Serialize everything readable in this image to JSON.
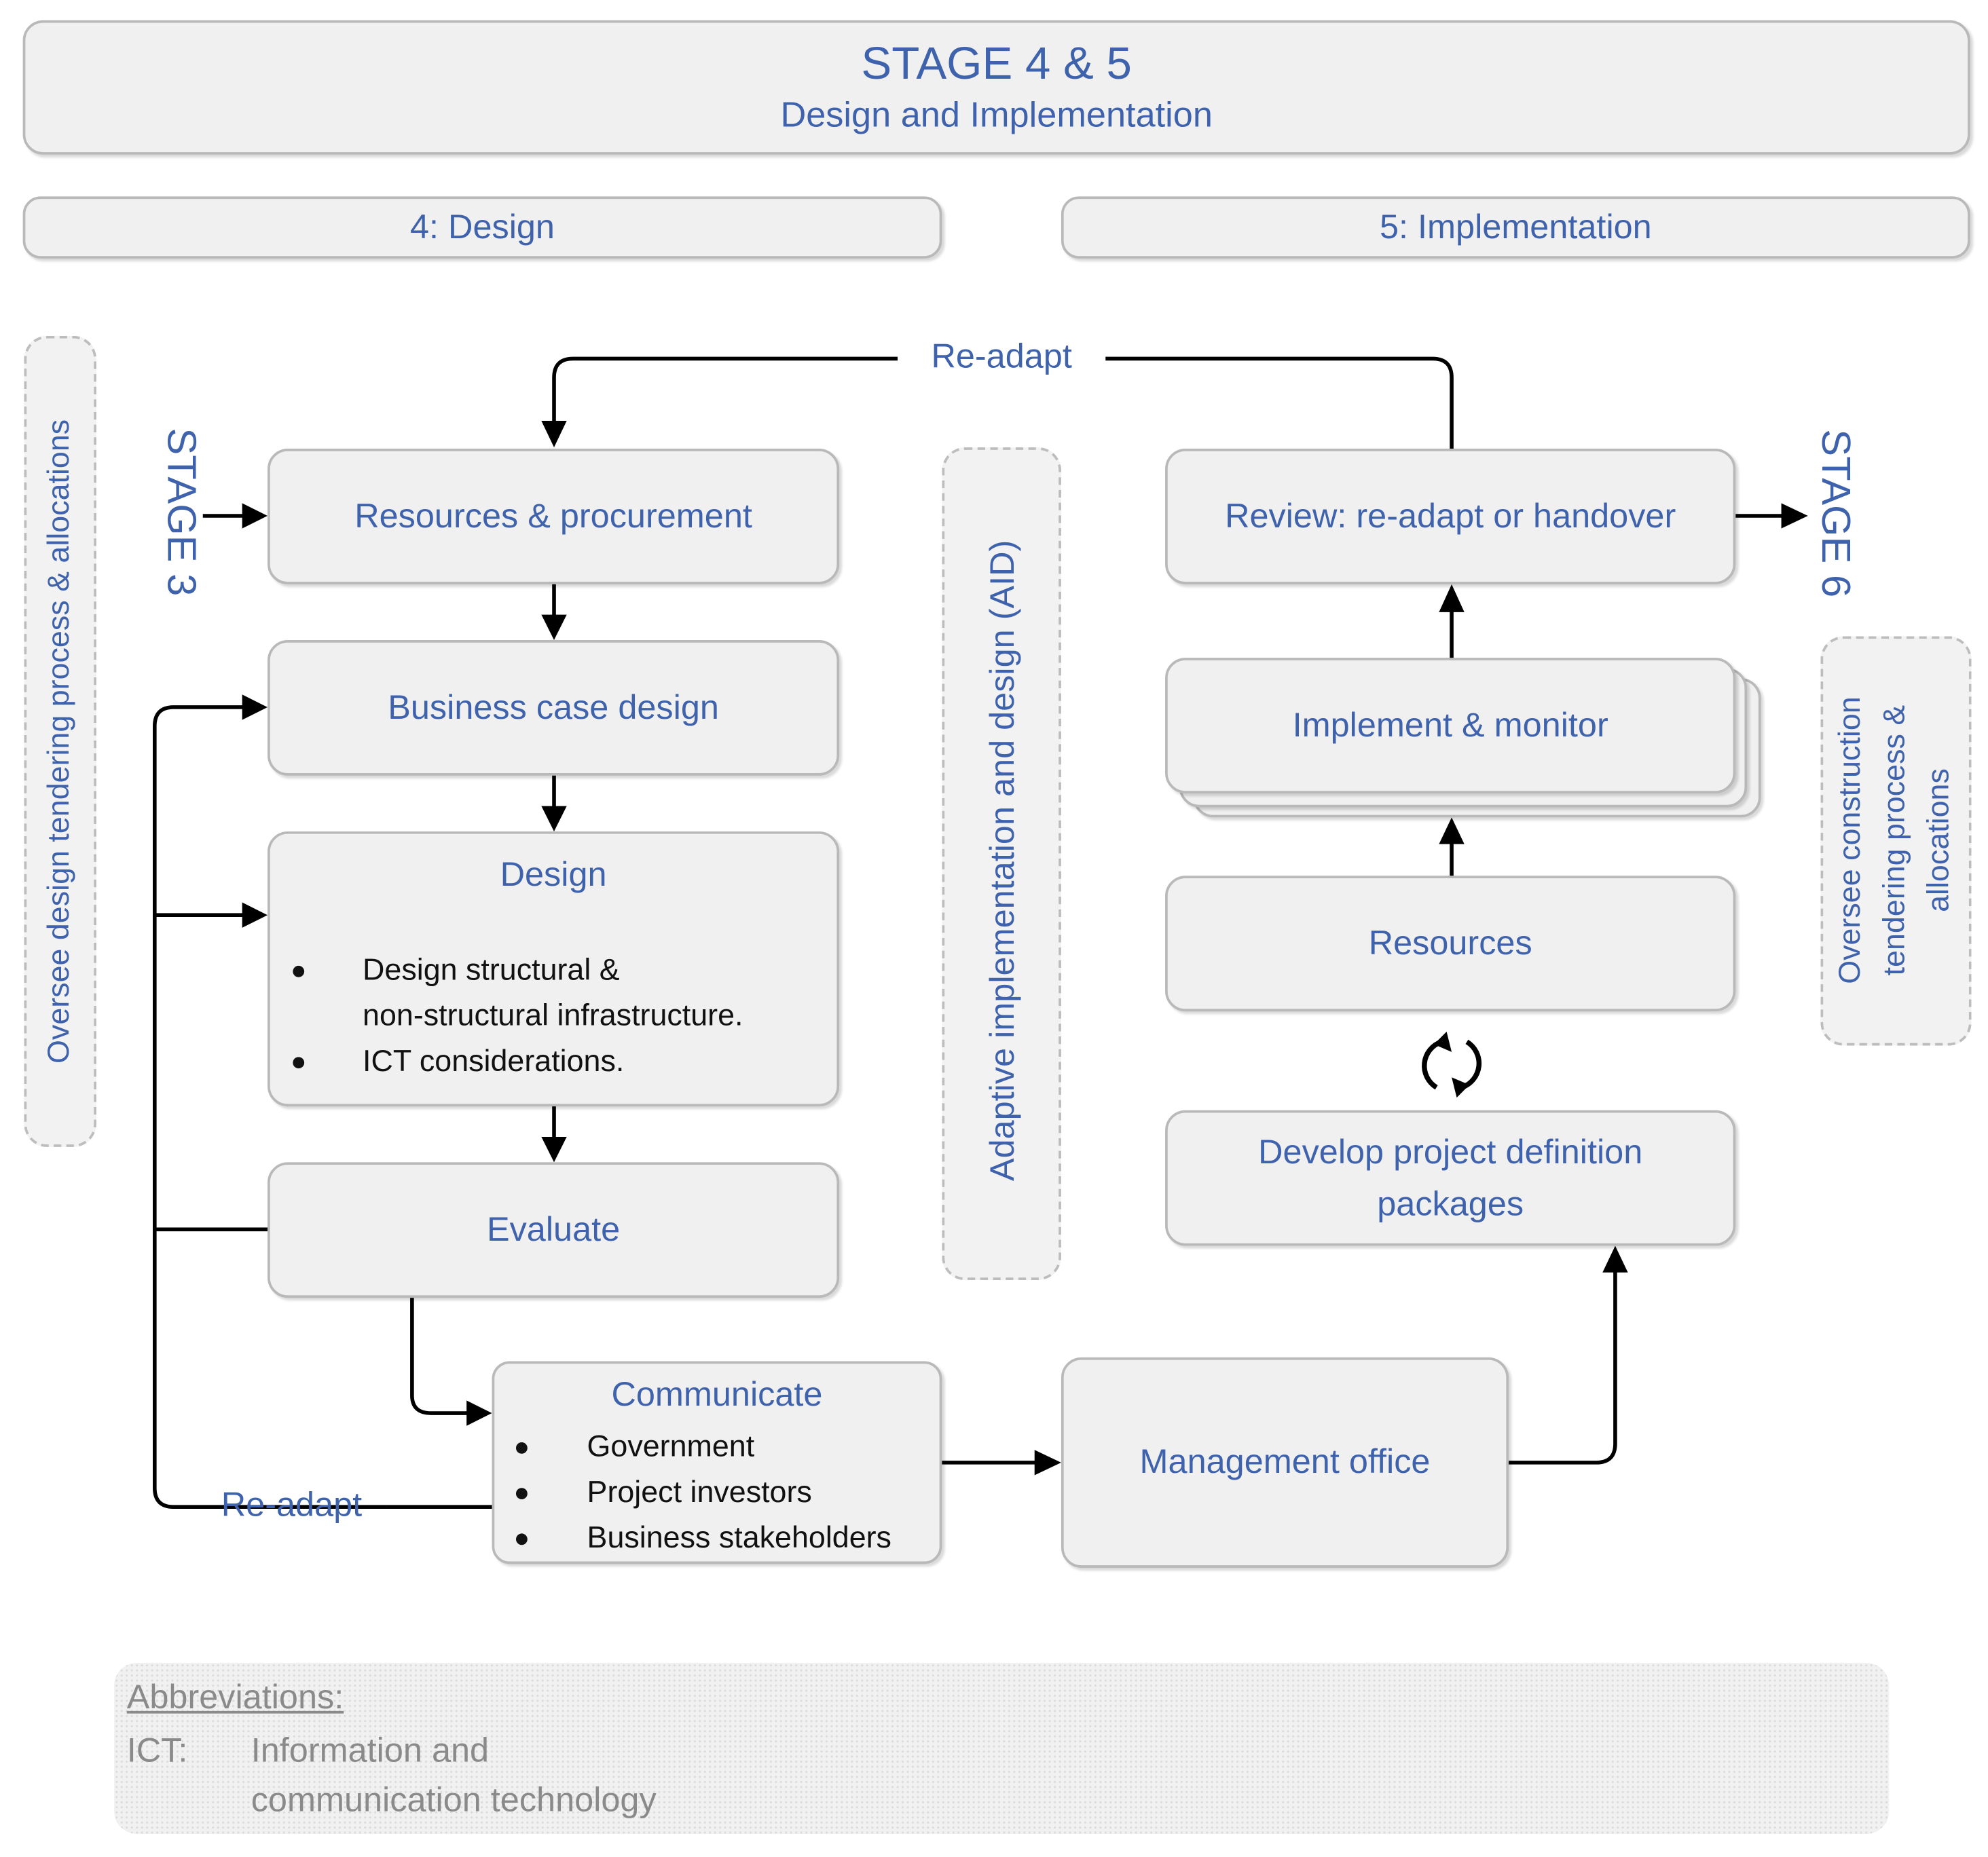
{
  "header": {
    "title": "STAGE 4 & 5",
    "subtitle": "Design and Implementation"
  },
  "phases": {
    "design": "4:  Design",
    "implementation": "5:  Implementation"
  },
  "side_labels": {
    "left_oversee": "Oversee design tendering process & allocations",
    "stage3": "STAGE 3",
    "aid": "Adaptive implementation and design (AID)",
    "stage6": "STAGE 6",
    "right_oversee_1": "Oversee construction",
    "right_oversee_2": "tendering process &",
    "right_oversee_3": "allocations"
  },
  "loops": {
    "readapt_top": "Re-adapt",
    "readapt_bottom": "Re-adapt"
  },
  "design_column": {
    "resources_procurement": "Resources & procurement",
    "business_case": "Business case design",
    "design_title": "Design",
    "design_bullets": [
      "Design structural &",
      "non-structural infrastructure.",
      "ICT considerations."
    ],
    "evaluate": "Evaluate"
  },
  "communicate": {
    "title": "Communicate",
    "items": [
      "Government",
      "Project investors",
      "Business stakeholders"
    ]
  },
  "implementation_column": {
    "management_office": "Management office",
    "develop_1": "Develop project definition",
    "develop_2": "packages",
    "resources": "Resources",
    "implement_monitor": "Implement & monitor",
    "review": "Review: re-adapt or handover"
  },
  "abbreviations": {
    "heading": "Abbreviations:",
    "term": "ICT:",
    "definition_1": "Information and",
    "definition_2": "communication technology"
  },
  "colors": {
    "text_blue": "#3f62ac",
    "box_fill": "#f0f0f0",
    "box_border": "#b9b9b9",
    "arrow": "#000000"
  }
}
